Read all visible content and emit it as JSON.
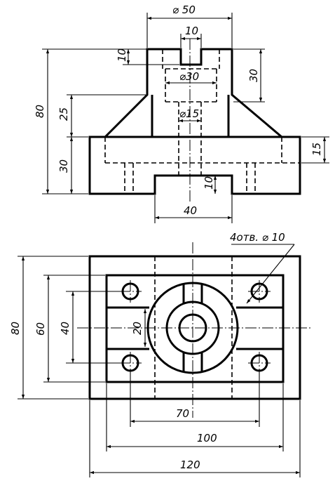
{
  "dimensions": {
    "front": {
      "top_width": "⌀ 50",
      "slot_width": "10",
      "slot_depth": "10",
      "bore_large": "⌀30",
      "bore_small": "⌀15",
      "total_height": "80",
      "rib_height": "25",
      "base_height": "30",
      "boss_height": "30",
      "base_groove": "15",
      "bottom_recess_depth": "10",
      "bottom_recess_width": "40"
    },
    "top": {
      "holes_note": "4отв. ⌀ 10",
      "total_depth": "80",
      "inner_depth": "60",
      "hole_spacing_y": "40",
      "slot_width": "20",
      "hole_spacing_x": "70",
      "inner_width": "100",
      "total_width": "120"
    }
  }
}
